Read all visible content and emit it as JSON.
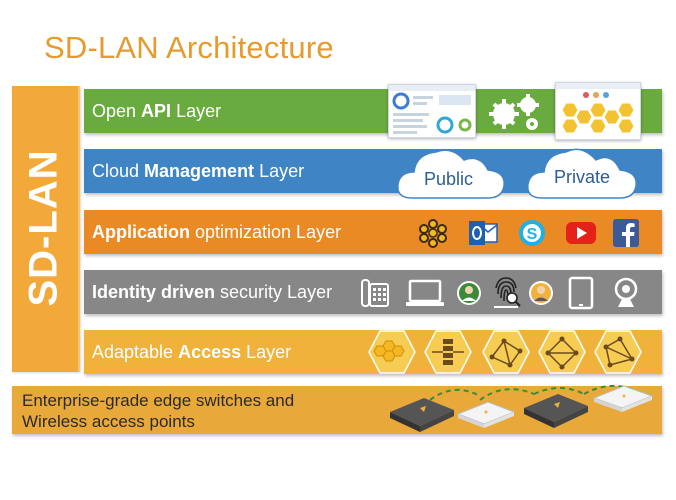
{
  "title": "SD-LAN Architecture",
  "side_label": "SD-LAN",
  "layers": {
    "api": {
      "pre": "Open ",
      "bold": "API",
      "post": " Layer"
    },
    "cloud": {
      "pre": "Cloud ",
      "bold": "Management",
      "post": " Layer"
    },
    "app": {
      "pre": "",
      "bold": "Application",
      "post": " optimization Layer"
    },
    "identity": {
      "pre": "",
      "bold": "Identity driven",
      "post": " security Layer"
    },
    "access": {
      "pre": "Adaptable ",
      "bold": "Access",
      "post": " Layer"
    }
  },
  "clouds": {
    "public": "Public",
    "private": "Private"
  },
  "bottom": {
    "line1": "Enterprise-grade edge switches and",
    "line2": "Wireless access points"
  },
  "colors": {
    "title": "#e59b2e",
    "side_bar": "#f2a93a",
    "api": "#6aab3f",
    "cloud": "#3f85c6",
    "app": "#e98a24",
    "identity": "#878787",
    "access": "#f0b23a"
  },
  "icons": {
    "api": [
      "dashboard-screenshot",
      "gears-icon",
      "hexagon-map-screenshot"
    ],
    "app": [
      "flower-app-icon",
      "outlook-icon",
      "skype-icon",
      "youtube-icon",
      "facebook-icon"
    ],
    "identity": [
      "desk-phone-icon",
      "laptop-icon",
      "user-avatar-icon",
      "fingerprint-icon",
      "user-avatar-icon",
      "tablet-icon",
      "webcam-icon"
    ],
    "access": [
      "honeycomb-hex-icon",
      "server-hex-icon",
      "network-hex-icon",
      "network-hex-icon",
      "network-hex-icon"
    ],
    "bottom": [
      "switch-icon",
      "access-point-icon",
      "switch-icon",
      "access-point-icon"
    ]
  }
}
